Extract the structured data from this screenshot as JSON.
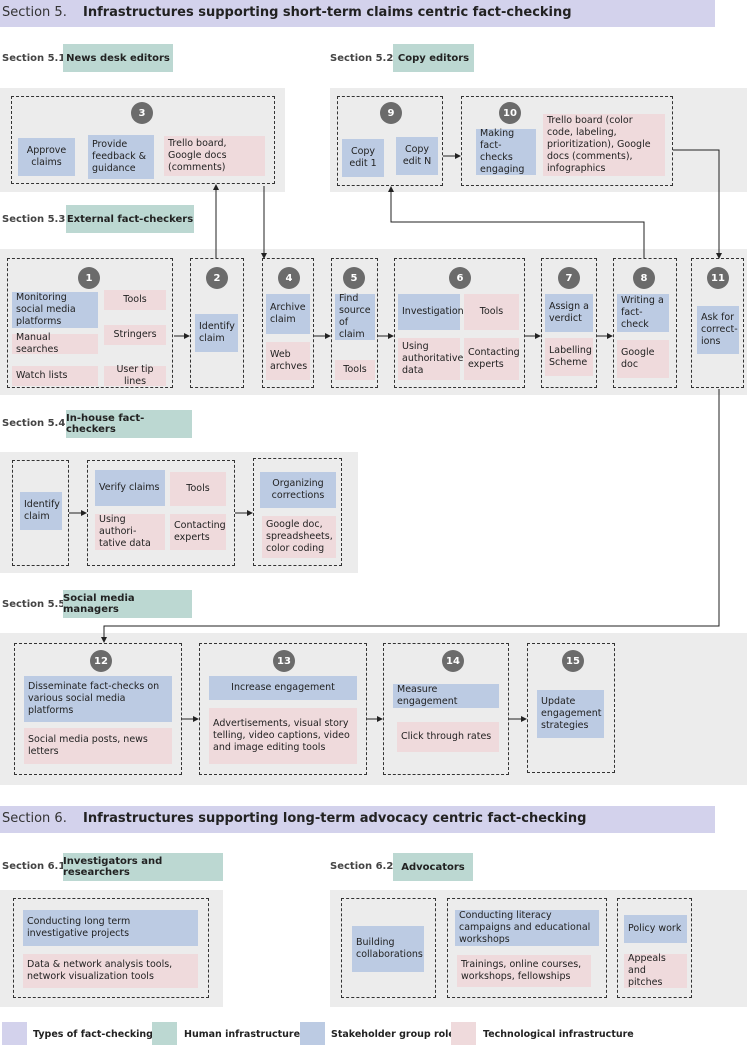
{
  "section5": {
    "num": "Section 5.",
    "title": "Infrastructures supporting short-term claims centric fact-checking"
  },
  "s51": {
    "label": "Section 5.1",
    "human": "News desk editors"
  },
  "s52": {
    "label": "Section 5.2",
    "human": "Copy editors"
  },
  "s53": {
    "label": "Section 5.3",
    "human": "External fact-checkers"
  },
  "s54": {
    "label": "Section 5.4",
    "human": "In-house fact-checkers"
  },
  "s55": {
    "label": "Section 5.5",
    "human": "Social media managers"
  },
  "n3": {
    "num": "3",
    "approve": "Approve claims",
    "feedback": "Provide feedback & guidance",
    "tech": "Trello board, Google docs (comments)"
  },
  "n9": {
    "num": "9",
    "copy1": "Copy edit 1",
    "copyN": "Copy edit N"
  },
  "n10": {
    "num": "10",
    "making": "Making fact-checks engaging",
    "tech": "Trello board (color code, labeling, prioritization), Google docs (comments), infographics"
  },
  "n1": {
    "num": "1",
    "monitor": "Monitoring social media platforms",
    "tools": "Tools",
    "manual": "Manual searches",
    "stringers": "Stringers",
    "watch": "Watch lists",
    "tip": "User tip lines"
  },
  "n2": {
    "num": "2",
    "identify": "Identify claim"
  },
  "n4": {
    "num": "4",
    "archive": "Archive claim",
    "web": "Web archves"
  },
  "n5": {
    "num": "5",
    "find": "Find source of claim",
    "tools": "Tools"
  },
  "n6": {
    "num": "6",
    "invest": "Investigation",
    "tools": "Tools",
    "using": "Using authoritative data",
    "contact": "Contacting experts"
  },
  "n7": {
    "num": "7",
    "assign": "Assign a verdict",
    "label": "Labelling Scheme"
  },
  "n8": {
    "num": "8",
    "writing": "Writing a fact-check",
    "gdoc": "Google doc"
  },
  "n11": {
    "num": "11",
    "ask": "Ask for correct- ions"
  },
  "inhouse": {
    "identify": "Identify claim",
    "verify": "Verify claims",
    "tools": "Tools",
    "using": "Using authori- tative data",
    "contact": "Contacting experts",
    "org": "Organizing corrections",
    "gdoc": "Google doc, spreadsheets, color coding"
  },
  "n12": {
    "num": "12",
    "dissem": "Disseminate fact-checks on various social media platforms",
    "posts": "Social media posts, news letters"
  },
  "n13": {
    "num": "13",
    "increase": "Increase engagement",
    "ads": "Advertisements, visual story telling, video captions, video and image editing tools"
  },
  "n14": {
    "num": "14",
    "measure": "Measure engagement",
    "click": "Click through rates"
  },
  "n15": {
    "num": "15",
    "update": "Update engagement strategies"
  },
  "section6": {
    "num": "Section 6.",
    "title": "Infrastructures supporting long-term advocacy centric fact-checking"
  },
  "s61": {
    "label": "Section 6.1",
    "human": "Investigators and researchers",
    "conduct": "Conducting long term investigative projects",
    "tools": "Data & network analysis tools, network visualization tools"
  },
  "s62": {
    "label": "Section 6.2",
    "human": "Advocators",
    "build": "Building collaborations",
    "literacy": "Conducting literacy campaigns and educational workshops",
    "trainings": "Trainings, online courses, workshops, fellowships",
    "policy": "Policy work",
    "appeals": "Appeals and pitches"
  },
  "legend": {
    "types": "Types of fact-checking",
    "human": "Human infrastructure",
    "roles": "Stakeholder group roles",
    "tech": "Technological infrastructure"
  },
  "colors": {
    "types": "#d3d2ec",
    "human": "#bcd8d2",
    "roles": "#bccbe3",
    "tech": "#efdadc",
    "panel": "#ececec"
  }
}
